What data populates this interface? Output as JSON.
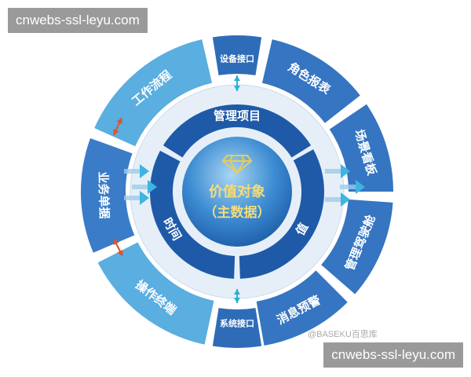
{
  "watermarks": {
    "top_left": "cnwebs-ssl-leyu.com",
    "bottom_right": "cnwebs-ssl-leyu.com",
    "credit": "@BASEKU百思库"
  },
  "center": {
    "icon": "diamond-icon",
    "line1": "价值对象",
    "line2": "（主数据）"
  },
  "inner_ring": [
    {
      "label": "管理项目"
    },
    {
      "label": "值"
    },
    {
      "label": "时间"
    }
  ],
  "outer_ring": [
    {
      "label": "设备接口",
      "color": "#2f6cb8"
    },
    {
      "label": "角色报表",
      "color": "#3575c2"
    },
    {
      "label": "场景看板",
      "color": "#3575c2"
    },
    {
      "label": "管理驾驶舱",
      "color": "#3575c2"
    },
    {
      "label": "消息预警",
      "color": "#3575c2"
    },
    {
      "label": "系统接口",
      "color": "#2f6cb8"
    },
    {
      "label": "操作终端",
      "color": "#5aaee0"
    },
    {
      "label": "业务单据",
      "color": "#3a7cc7"
    },
    {
      "label": "工作流程",
      "color": "#5aaee0"
    }
  ],
  "colors": {
    "inner_ring": "#1f5aa8",
    "light_ring": "#dde9f5",
    "sphere": "#2d78c4",
    "center_text": "#f3dc7a",
    "arrow_orange": "#d9552b",
    "arrow_teal": "#2bb0d6"
  }
}
